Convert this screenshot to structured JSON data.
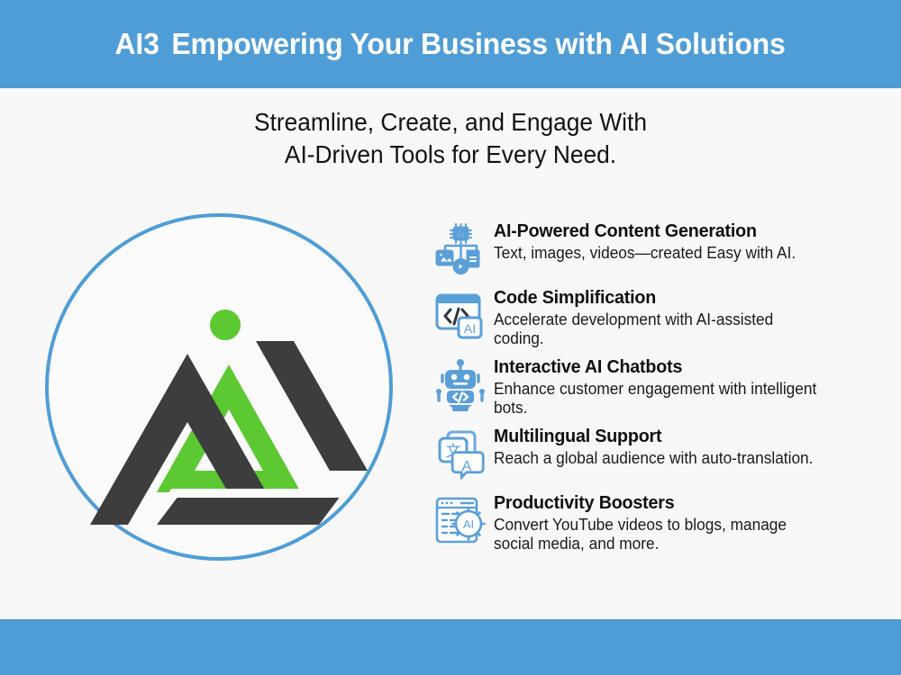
{
  "header": {
    "brand": "AI3",
    "title": "Empowering Your Business with AI Solutions",
    "bar_color": "#4f9dd6",
    "text_color": "#ffffff"
  },
  "subtitle": {
    "line1": "Streamline, Create, and Engage With",
    "line2": "AI-Driven Tools for Every Need."
  },
  "logo": {
    "name": "ai3-logo",
    "alt": "AI3 abstract triangle logo",
    "circle_border_color": "#4f9dd6",
    "dark_color": "#3d3d3d",
    "green_color": "#5cc832",
    "background": "#fbfbfb"
  },
  "features": [
    {
      "icon": "ai-content-generation-icon",
      "title": "AI-Powered Content Generation",
      "description": "Text, images, videos—created Easy with AI."
    },
    {
      "icon": "code-simplification-icon",
      "title": "Code Simplification",
      "description": "Accelerate development with AI-assisted coding."
    },
    {
      "icon": "ai-chatbot-icon",
      "title": "Interactive AI Chatbots",
      "description": "Enhance customer engagement with intelligent bots."
    },
    {
      "icon": "multilingual-translation-icon",
      "title": "Multilingual Support",
      "description": "Reach a global audience with auto-translation."
    },
    {
      "icon": "productivity-gear-icon",
      "title": "Productivity Boosters",
      "description": "Convert YouTube videos to blogs, manage social media, and more."
    }
  ],
  "colors": {
    "page_background": "#f8f8f8",
    "accent_blue": "#4f9dd6",
    "icon_blue": "#5b9fd8",
    "heading_text": "#101010",
    "body_text": "#1a1a1a"
  }
}
